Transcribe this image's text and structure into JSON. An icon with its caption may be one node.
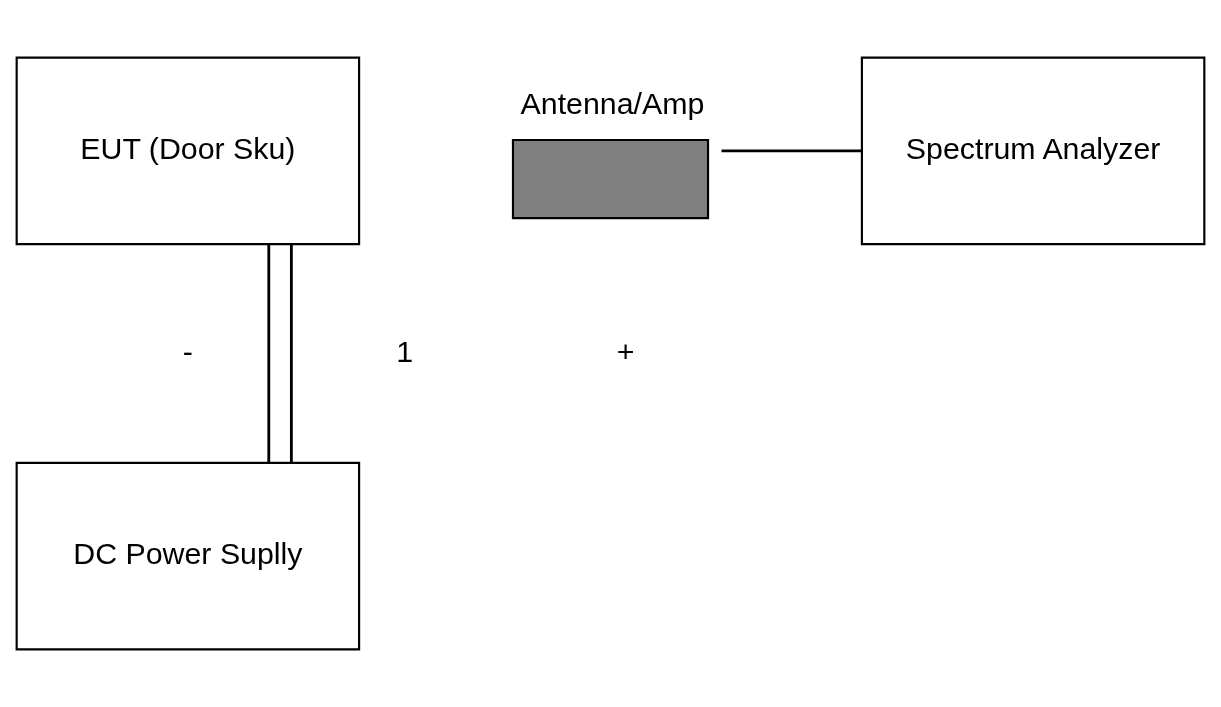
{
  "diagram": {
    "nodes": [
      {
        "text": [
          "EUT (Door Sku)"
        ]
      },
      {
        "text": [
          "DC Power Suplly"
        ]
      },
      {
        "text": [
          "Antenna/Amp"
        ]
      },
      {
        "text": [
          "Spectrum Analyzer"
        ]
      }
    ],
    "edges": [
      {
        "from": 0,
        "to": 1,
        "arrow": "none"
      },
      {
        "from": 0,
        "to": 1,
        "arrow": "none"
      },
      {
        "from": 2,
        "to": 3,
        "arrow": "none"
      }
    ],
    "labels": [
      "-",
      "1",
      "+"
    ]
  }
}
